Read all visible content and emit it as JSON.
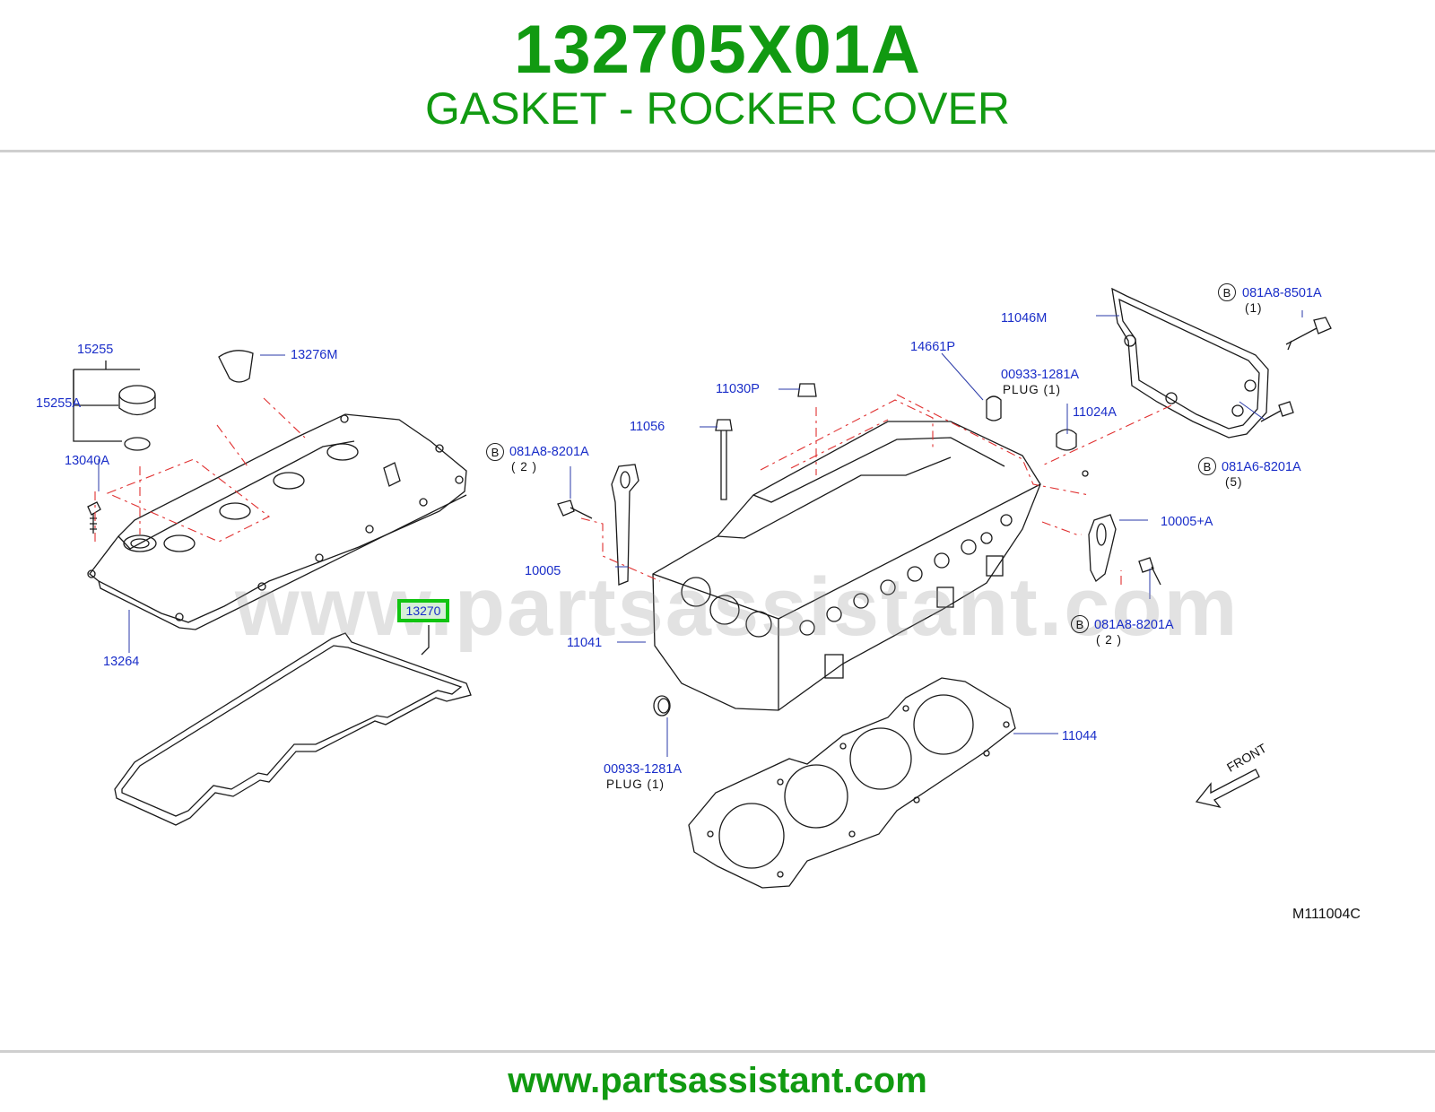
{
  "header": {
    "part_number": "132705X01A",
    "part_name": "GASKET - ROCKER COVER"
  },
  "diagram": {
    "watermark": "www.partsassistant.com",
    "diagram_code": "M111004C",
    "front_label": "FRONT",
    "highlighted_part": "13270",
    "bolt_marker": "B",
    "callouts": {
      "c15255": "15255",
      "c13276M": "13276M",
      "c15255A": "15255A",
      "c13040A": "13040A",
      "c13264": "13264",
      "c081A8_8201A_a": "081A8-8201A",
      "c081A8_8201A_a_qty": "( 2 )",
      "c11030P": "11030P",
      "c11056": "11056",
      "c10005": "10005",
      "c11041": "11041",
      "c00933_1281A_a": "00933-1281A",
      "c00933_1281A_a_sub": "PLUG   (1)",
      "c14661P": "14661P",
      "c00933_1281A_b": "00933-1281A",
      "c00933_1281A_b_sub": "PLUG   (1)",
      "c11024A": "11024A",
      "c11046M": "11046M",
      "c081A8_8501A": "081A8-8501A",
      "c081A8_8501A_qty": "(1)",
      "c081A6_8201A": "081A6-8201A",
      "c081A6_8201A_qty": "(5)",
      "c10005A": "10005+A",
      "c081A8_8201A_b": "081A8-8201A",
      "c081A8_8201A_b_qty": "( 2 )",
      "c11044": "11044"
    }
  },
  "footer": {
    "url": "www.partsassistant.com"
  },
  "colors": {
    "brand_green": "#119a11",
    "callout_blue": "#1a2ec9",
    "highlight_green": "#11c411",
    "phantom_red": "#e03030"
  }
}
